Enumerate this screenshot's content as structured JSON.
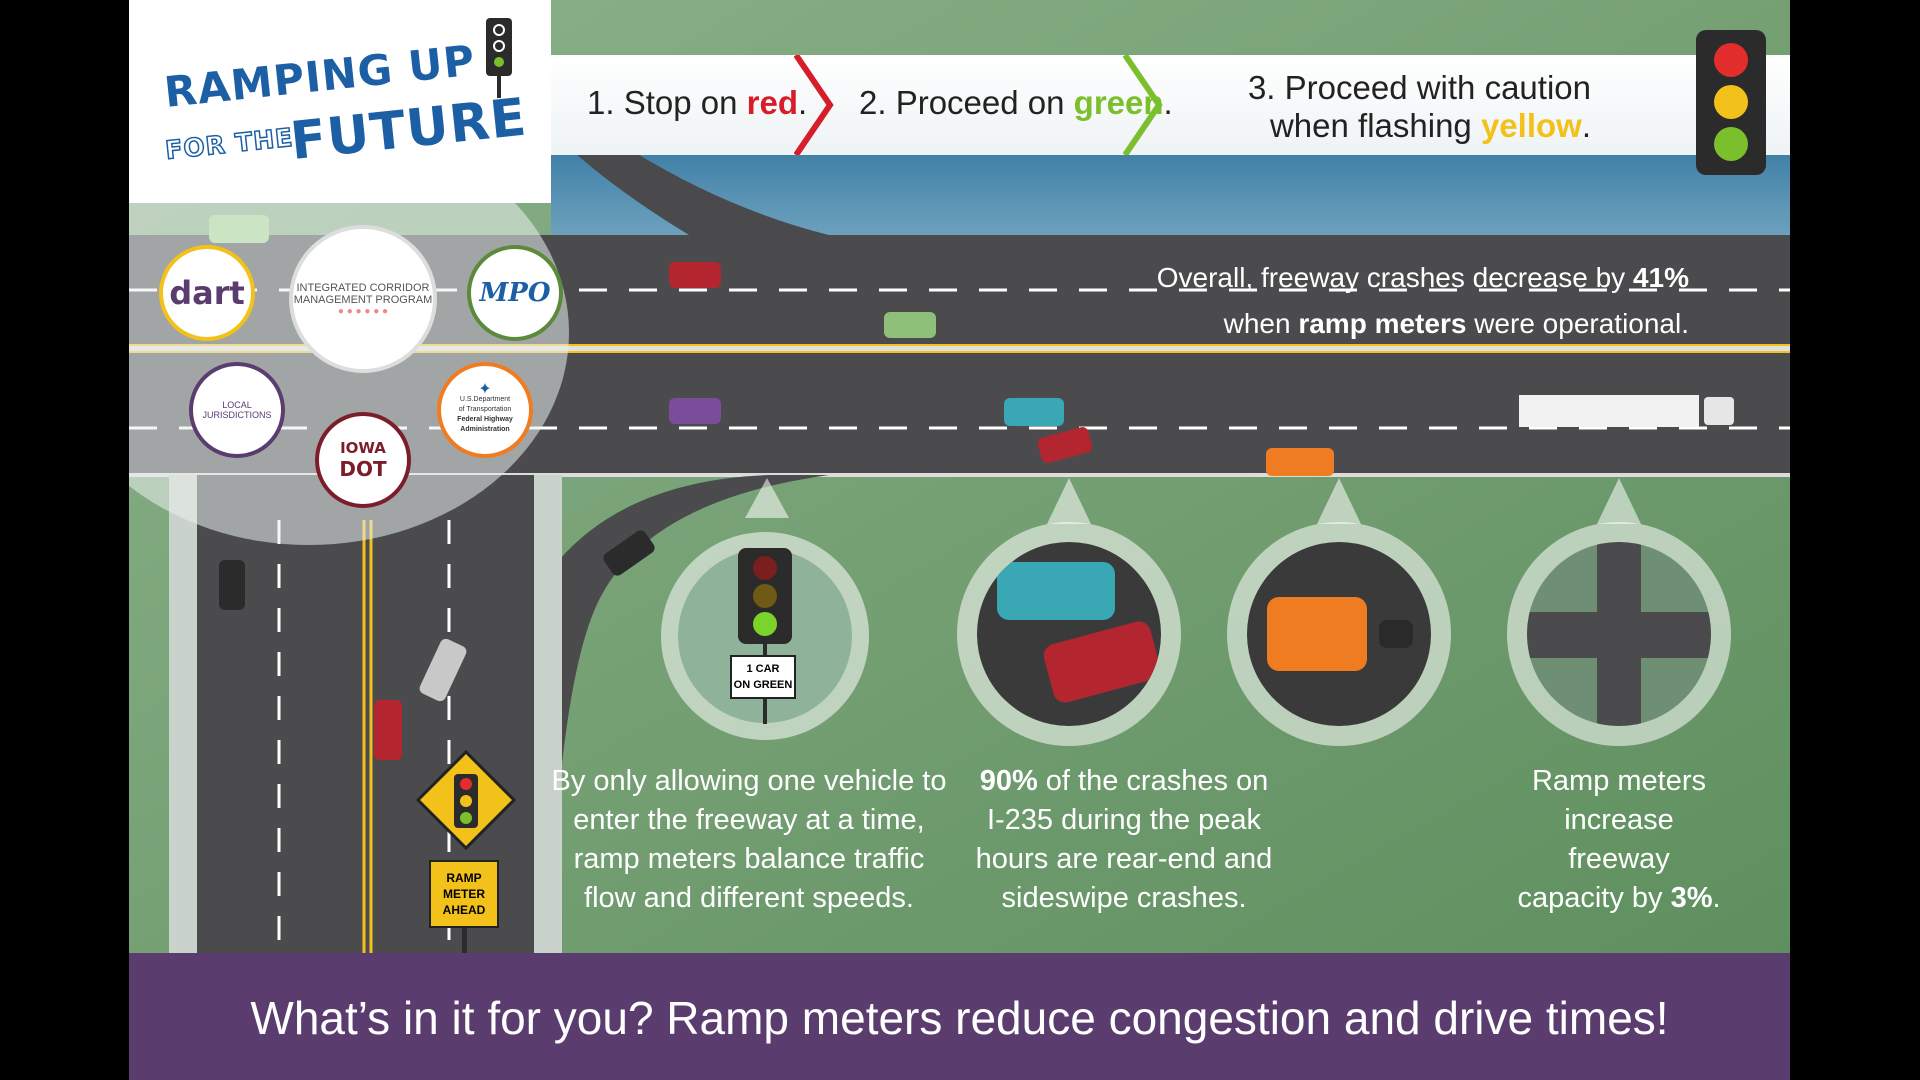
{
  "header": {
    "title_line1": "RAMPING UP",
    "title_line2": "FOR THE",
    "title_line3": "FUTURE"
  },
  "steps": {
    "step1_prefix": "1. Stop on ",
    "step1_color": "red",
    "step1_suffix": ".",
    "step2_prefix": "2. Proceed on ",
    "step2_color": "green",
    "step2_suffix": ".",
    "step3_line1": "3. Proceed with caution",
    "step3_line2_prefix": "when flashing ",
    "step3_color": "yellow",
    "step3_suffix": "."
  },
  "partners": {
    "dart": "dart",
    "icm_line1": "INTEGRATED CORRIDOR",
    "icm_line2": "MANAGEMENT PROGRAM",
    "mpo": "MPO",
    "local": "LOCAL JURISDICTIONS",
    "usdot_line1": "U.S.Department",
    "usdot_line2": "of Transportation",
    "usdot_line3": "Federal Highway",
    "usdot_line4": "Administration",
    "iowa_line1": "IOWA",
    "iowa_line2": "DOT"
  },
  "crash_stat": {
    "line1_prefix": "Overall, freeway crashes decrease by ",
    "line1_value": "41%",
    "line2_prefix": "when ",
    "line2_bold": "ramp meters",
    "line2_suffix": " were operational."
  },
  "meter_sign": {
    "label_line1": "1 CAR",
    "label_line2": "ON GREEN"
  },
  "ramp_sign": {
    "line1": "RAMP",
    "line2": "METER",
    "line3": "AHEAD"
  },
  "facts": {
    "fact1_line1": "By only allowing one vehicle to",
    "fact1_line2": "enter the freeway at a time,",
    "fact1_line3": "ramp meters balance traffic",
    "fact1_line4": "flow and different speeds.",
    "fact2_bold": "90%",
    "fact2_line1_suffix": " of the crashes on",
    "fact2_line2": "I-235 during the peak",
    "fact2_line3": "hours are rear-end and",
    "fact2_line4": "sideswipe crashes.",
    "fact3_line1": "Ramp meters",
    "fact3_line2": "increase",
    "fact3_line3": "freeway",
    "fact3_line4_prefix": "capacity by ",
    "fact3_bold": "3%",
    "fact3_suffix": "."
  },
  "bottom": {
    "text": "What’s in it for you? Ramp meters reduce congestion and drive times!"
  },
  "colors": {
    "title_blue": "#1c5fa5",
    "red": "#d61e2b",
    "green": "#7bbf2c",
    "yellow": "#f2c21b",
    "purple": "#5a3c6f",
    "road": "#4a4a4c",
    "grass": "#7aa37a"
  }
}
